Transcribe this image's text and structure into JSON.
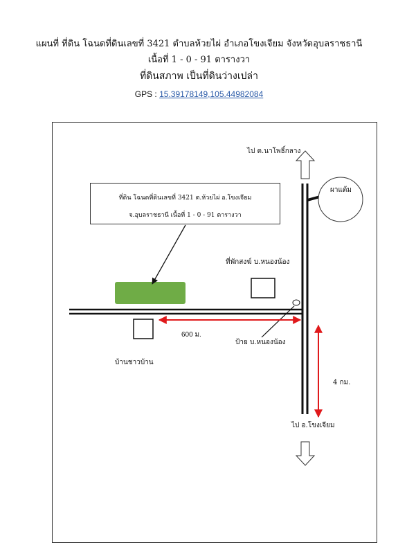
{
  "header": {
    "line1": "แผนที่ ที่ดิน โฉนดที่ดินเลขที่ 3421  ตำบลห้วยไผ่   อำเภอโขงเจียม  จังหวัดอุบลราชธานี",
    "line2": "เนื้อที่ 1 - 0 - 91  ตารางวา",
    "line3": "ที่ดินสภาพ เป็นที่ดินว่างเปล่า",
    "gps_label": "GPS : ",
    "gps_value": " 15.39178149,105.44982084"
  },
  "map": {
    "callout_line1": "ที่ดิน โฉนดที่ดินเลขที่ 3421  ต.ห้วยไผ่   อ.โขงเจียม",
    "callout_line2": "จ.อุบลราชธานี เนื้อที่ 1 - 0 - 91  ตารางวา",
    "north_label": "ไป ต.นาโพธิ์กลาง",
    "pond_label": "ผาแต้ม",
    "monk_residence_label": "ที่พักสงฆ์ บ.หนองน้อง",
    "sign_label": "ป้าย  บ.หนองน้อง",
    "distance_road": "600 ม.",
    "distance_highway": "4 กม.",
    "village_label": "บ้านชาวบ้าน",
    "south_label": "ไป อ.โขงเจียม"
  },
  "colors": {
    "land_fill": "#6fac46",
    "distance_arrow": "#e0191b",
    "gps_link": "#2a5aa8"
  }
}
